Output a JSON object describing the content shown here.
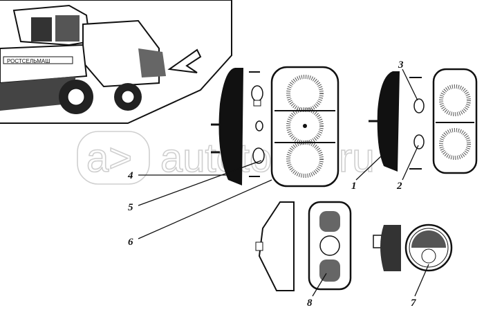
{
  "figure": {
    "labels": [
      "1",
      "2",
      "3",
      "4",
      "5",
      "6",
      "7",
      "8"
    ],
    "inset_plate_text": "РОСТСЕЛЬМАШ",
    "watermark": "autotoper.ru"
  },
  "colors": {
    "ink": "#111111",
    "watermark": "#cfcfcf",
    "background": "#ffffff"
  }
}
